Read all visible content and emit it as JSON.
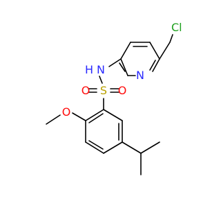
{
  "molecule": {
    "atoms": {
      "chlorine": {
        "symbol": "Cl",
        "color": "#1fa01f"
      },
      "pyridine_nitrogen": {
        "symbol": "N",
        "color": "#2a2aff"
      },
      "amide_nitrogen": {
        "symbol": "N",
        "color": "#2a2aff"
      },
      "amide_hydrogen": {
        "symbol": "H",
        "color": "#2a2aff"
      },
      "sulfur": {
        "symbol": "S",
        "color": "#b8a000"
      },
      "oxygen_left": {
        "symbol": "O",
        "color": "#ff0d0d"
      },
      "oxygen_right": {
        "symbol": "O",
        "color": "#ff0d0d"
      },
      "methoxy_oxygen": {
        "symbol": "O",
        "color": "#ff0d0d"
      }
    },
    "bond_color": "#000000"
  }
}
